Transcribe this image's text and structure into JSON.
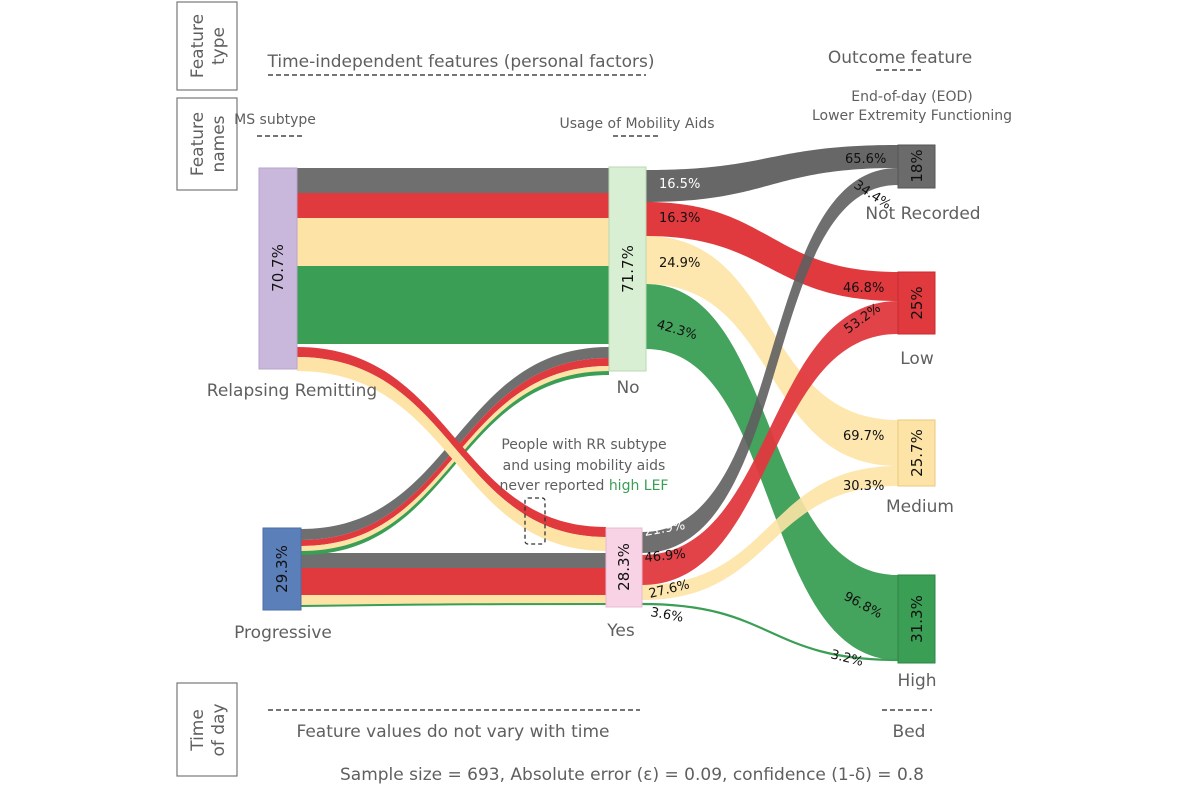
{
  "row_labels": {
    "feature_type": "Feature type",
    "feature_type_l1": "Feature",
    "feature_type_l2": "type",
    "feature_names_l1": "Feature",
    "feature_names_l2": "names",
    "time_of_day_l1": "Time",
    "time_of_day_l2": "of day"
  },
  "headers": {
    "time_independent": "Time-independent features (personal factors)",
    "outcome": "Outcome feature",
    "ms_subtype": "MS subtype",
    "mobility_aids": "Usage of Mobility Aids",
    "eod_l1": "End-of-day (EOD)",
    "eod_l2": "Lower Extremity Functioning",
    "no_vary": "Feature values do not vary with time",
    "bed": "Bed"
  },
  "nodes": {
    "rr": {
      "label": "Relapsing Remitting",
      "pct": "70.7%",
      "color": "#c9b8dc"
    },
    "prog": {
      "label": "Progressive",
      "pct": "29.3%",
      "color": "#5b7fb9"
    },
    "no": {
      "label": "No",
      "pct": "71.7%",
      "color": "#d9efd3"
    },
    "yes": {
      "label": "Yes",
      "pct": "28.3%",
      "color": "#f8d3e6"
    },
    "nr": {
      "label": "Not Recorded",
      "pct": "18%",
      "color": "#6b6b6b"
    },
    "low": {
      "label": "Low",
      "pct": "25%",
      "color": "#e0393e"
    },
    "med": {
      "label": "Medium",
      "pct": "25.7%",
      "color": "#fde4a6"
    },
    "high": {
      "label": "High",
      "pct": "31.3%",
      "color": "#3a9e54"
    }
  },
  "colors": {
    "grey": "#5f5f5f",
    "red": "#e0393e",
    "yellow": "#fde4a6",
    "green": "#3a9e54"
  },
  "flow_pct": {
    "no_grey": "16.5%",
    "no_red": "16.3%",
    "no_yellow": "24.9%",
    "no_green": "42.3%",
    "yes_grey": "21.9%",
    "yes_red": "46.9%",
    "yes_yellow": "27.6%",
    "yes_green": "3.6%",
    "nr_top": "65.6%",
    "nr_bottom": "34.4%",
    "low_top": "46.8%",
    "low_bottom": "53.2%",
    "med_top": "69.7%",
    "med_bottom": "30.3%",
    "high_top": "96.8%",
    "high_bottom": "3.2%"
  },
  "annotation": {
    "l1": "People with RR subtype",
    "l2": "and using mobility aids",
    "l3_prefix": "never reported ",
    "l3_highlight": "high LEF"
  },
  "footer": "Sample size = 693, Absolute error (ε) = 0.09, confidence (1-δ) = 0.8"
}
